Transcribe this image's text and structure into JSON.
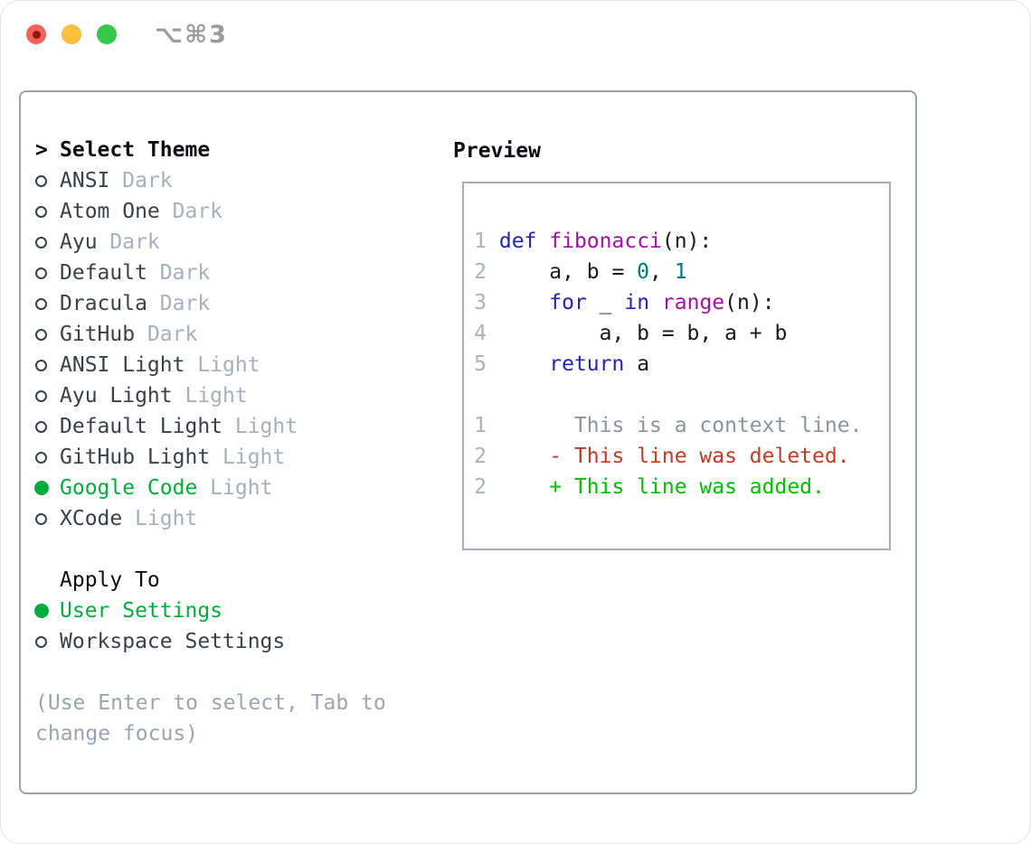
{
  "colors": {
    "accent_green": "#00ad3c",
    "keyword": "#2323b8",
    "function": "#a012a0",
    "literal": "#00787f",
    "plain": "#17191d",
    "muted": "#a6b0bd",
    "line_number": "#a9b2bf",
    "context": "#8d939b",
    "deleted": "#c43a24",
    "added": "#00bd00",
    "item_text": "#3a4048",
    "header_text": "#0a0d11",
    "help_text": "#9aa5b3",
    "panel_border": "#98a1ac",
    "preview_border": "#a5adb8",
    "title_gray": "#9b9b9b",
    "traffic_red": "#f4605a",
    "traffic_red_dot": "#8e1a12",
    "traffic_yellow": "#fcbe3f",
    "traffic_green": "#34c748"
  },
  "window": {
    "title": "⌥⌘3"
  },
  "sidebar": {
    "header_prefix": ">",
    "header": "Select Theme",
    "items": [
      {
        "name": "ANSI",
        "variant": "Dark",
        "selected": false
      },
      {
        "name": "Atom One",
        "variant": "Dark",
        "selected": false
      },
      {
        "name": "Ayu",
        "variant": "Dark",
        "selected": false
      },
      {
        "name": "Default",
        "variant": "Dark",
        "selected": false
      },
      {
        "name": "Dracula",
        "variant": "Dark",
        "selected": false
      },
      {
        "name": "GitHub",
        "variant": "Dark",
        "selected": false
      },
      {
        "name": "ANSI Light",
        "variant": "Light",
        "selected": false
      },
      {
        "name": "Ayu Light",
        "variant": "Light",
        "selected": false
      },
      {
        "name": "Default Light",
        "variant": "Light",
        "selected": false
      },
      {
        "name": "GitHub Light",
        "variant": "Light",
        "selected": false
      },
      {
        "name": "Google Code",
        "variant": "Light",
        "selected": true
      },
      {
        "name": "XCode",
        "variant": "Light",
        "selected": false
      }
    ],
    "apply_header": "Apply To",
    "apply_options": [
      {
        "label": "User Settings",
        "selected": true
      },
      {
        "label": "Workspace Settings",
        "selected": false
      }
    ],
    "help_line1": "(Use Enter to select, Tab to",
    "help_line2": "change focus)"
  },
  "preview": {
    "header": "Preview",
    "lines": [
      {
        "num": "1",
        "segments": [
          {
            "text": " ",
            "cls": "pl"
          },
          {
            "text": "def",
            "cls": "kw"
          },
          {
            "text": " ",
            "cls": "pl"
          },
          {
            "text": "fibonacci",
            "cls": "fn"
          },
          {
            "text": "(n):",
            "cls": "pl"
          }
        ]
      },
      {
        "num": "2",
        "segments": [
          {
            "text": "     a, b = ",
            "cls": "pl"
          },
          {
            "text": "0",
            "cls": "lit"
          },
          {
            "text": ", ",
            "cls": "pl"
          },
          {
            "text": "1",
            "cls": "lit"
          }
        ]
      },
      {
        "num": "3",
        "segments": [
          {
            "text": "     ",
            "cls": "pl"
          },
          {
            "text": "for",
            "cls": "kw"
          },
          {
            "text": " _ ",
            "cls": "pl"
          },
          {
            "text": "in",
            "cls": "kw"
          },
          {
            "text": " ",
            "cls": "pl"
          },
          {
            "text": "range",
            "cls": "fn"
          },
          {
            "text": "(n):",
            "cls": "pl"
          }
        ]
      },
      {
        "num": "4",
        "segments": [
          {
            "text": "         a, b = b, a + b",
            "cls": "pl"
          }
        ]
      },
      {
        "num": "5",
        "segments": [
          {
            "text": "     ",
            "cls": "pl"
          },
          {
            "text": "return",
            "cls": "kw"
          },
          {
            "text": " a",
            "cls": "pl"
          }
        ]
      },
      {
        "blank": true
      },
      {
        "num": "1",
        "segments": [
          {
            "text": "       This is a context line.",
            "cls": "ctx"
          }
        ]
      },
      {
        "num": "2",
        "segments": [
          {
            "text": "     - This line was deleted.",
            "cls": "del"
          }
        ]
      },
      {
        "num": "2",
        "segments": [
          {
            "text": "     + This line was added.",
            "cls": "add"
          }
        ]
      }
    ]
  }
}
